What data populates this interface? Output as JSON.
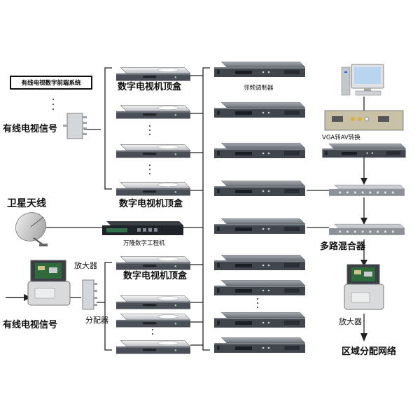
{
  "labels": {
    "frontend_system": "有线电视数字前端系统",
    "catv_signal_top": "有线电视信号",
    "stb_top": "数字电视机顶盒",
    "stb_mid": "数字电视机顶盒",
    "stb_lower": "数字电视机顶盒",
    "adjacent_modulator": "邻频调制器",
    "vga_av": "VGA转AV转换",
    "satellite_antenna": "卫星天线",
    "wanlong_engineering": "万隆数字工程机",
    "multi_mixer": "多路混合器",
    "amplifier_left": "放大器",
    "distributor": "分配器",
    "catv_signal_bottom": "有线电视信号",
    "amplifier_right": "放大器",
    "regional_network": "区域分配网络"
  },
  "colors": {
    "line": "#222222",
    "device_body": "#6f747c",
    "device_top": "#9aa0a8",
    "device_front": "#3d4249",
    "stb_body": "#d9dbde",
    "stb_front": "#4a4f57"
  },
  "icons": [
    "monitor-icon",
    "satellite-dish-icon",
    "amplifier-icon",
    "splitter-icon",
    "set-top-box-icon",
    "modulator-icon",
    "mixer-icon",
    "arrow-icon"
  ]
}
